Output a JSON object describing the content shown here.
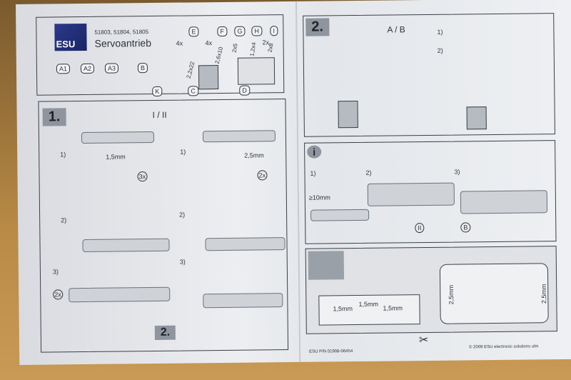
{
  "header": {
    "logo": "ESU",
    "part_numbers": "51803, 51804, 51805",
    "title": "Servoantrieb"
  },
  "parts": {
    "labels": [
      "A1",
      "A2",
      "A3",
      "B",
      "K",
      "C",
      "D",
      "E",
      "F",
      "G",
      "H",
      "I"
    ],
    "qty_e": "4x",
    "qty_f": "4x",
    "qty_i": "2x",
    "size_e": "2,2x22",
    "size_f": "2,6x10",
    "size_g": "2x5",
    "size_h": "1,2x4",
    "size_i": "2x8"
  },
  "step1": {
    "number": "1.",
    "variants": "I / II",
    "sub1": "1)",
    "sub2": "2)",
    "sub3": "3)",
    "drill1": "1,5mm",
    "drill2": "2,5mm",
    "times3": "3x",
    "times2": "2x",
    "times2b": "2x",
    "next": "2."
  },
  "step2": {
    "number": "2.",
    "variants": "A / B",
    "sub1": "1)",
    "sub2": "2)"
  },
  "info": {
    "icon": "i",
    "sub1": "1)",
    "sub2": "2)",
    "sub3": "3)",
    "depth": "≥10mm",
    "label_ii": "II",
    "label_b": "B"
  },
  "template": {
    "hole1": "1,5mm",
    "hole2": "1,5mm",
    "hole3": "1,5mm",
    "side1": "2,5mm",
    "side2": "2,5mm"
  },
  "footer": {
    "pn": "ESU P/N 01908-06454",
    "copyright": "© 2009 ESU electronic solutions ulm"
  }
}
